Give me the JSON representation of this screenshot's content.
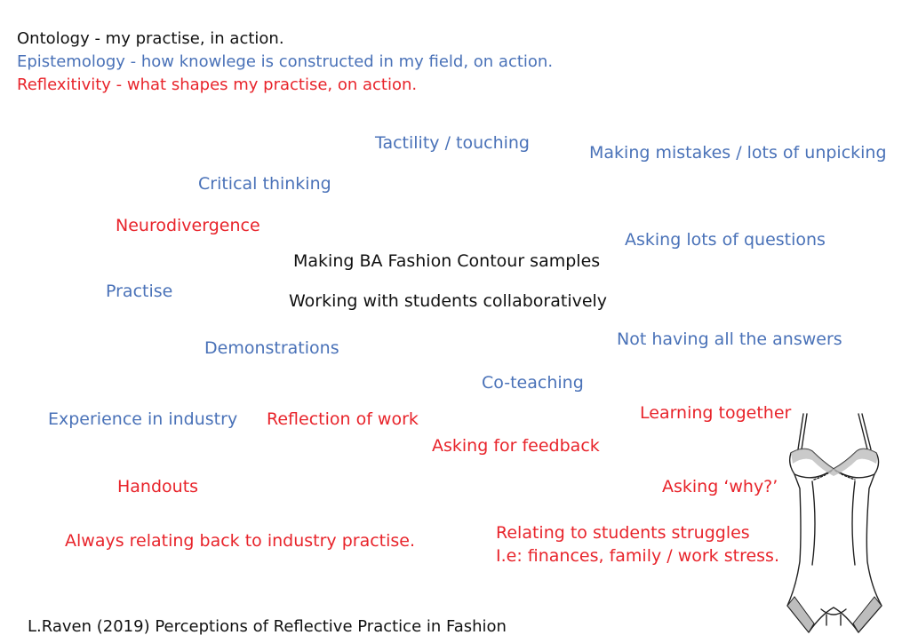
{
  "colors": {
    "ontology": "#111111",
    "epistemology": "#4a72b8",
    "reflexivity": "#e8242b"
  },
  "legend": {
    "ontology": "Ontology - my practise, in action.",
    "epistemology": "Epistemology - how knowlege is constructed in my field, on action.",
    "reflexivity": "Reflexitivity - what shapes my practise, on action."
  },
  "terms": {
    "tactility": "Tactility / touching",
    "making_mistakes": "Making mistakes / lots of unpicking",
    "critical_thinking": "Critical thinking",
    "neurodivergence": "Neurodivergence",
    "asking_questions": "Asking lots of questions",
    "contour_samples": "Making BA Fashion Contour samples",
    "practise": "Practise",
    "working_with_students": "Working with students collaboratively",
    "demonstrations": "Demonstrations",
    "not_all_answers": "Not having all the answers",
    "co_teaching": "Co-teaching",
    "learning_together": "Learning together",
    "experience_industry": "Experience in industry",
    "reflection_of_work": "Reflection of work",
    "asking_feedback": "Asking for feedback",
    "handouts": "Handouts",
    "asking_why": "Asking ‘why?’",
    "relating_industry": "Always relating back to industry practise.",
    "relating_struggles": "Relating to students struggles\nI.e: finances, family / work stress."
  },
  "citation": "L.Raven (2019)  Perceptions of Reflective Practice in Fashion",
  "illustration_icon": "bodysuit-sketch-icon"
}
